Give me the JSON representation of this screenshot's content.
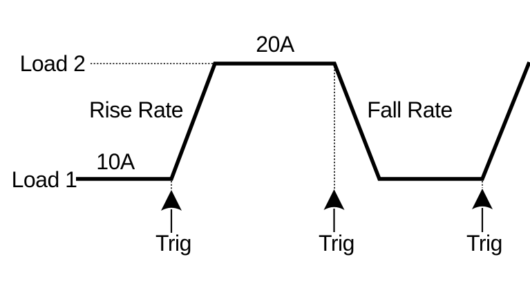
{
  "diagram": {
    "colors": {
      "line": "#000000",
      "background": "#ffffff"
    },
    "levels": [
      {
        "name": "Load 2",
        "current_label": "20A"
      },
      {
        "name": "Load 1",
        "current_label": "10A"
      }
    ],
    "rise_rate_label": "Rise Rate",
    "fall_rate_label": "Fall Rate",
    "triggers": [
      {
        "label": "Trig"
      },
      {
        "label": "Trig"
      },
      {
        "label": "Trig"
      }
    ]
  }
}
